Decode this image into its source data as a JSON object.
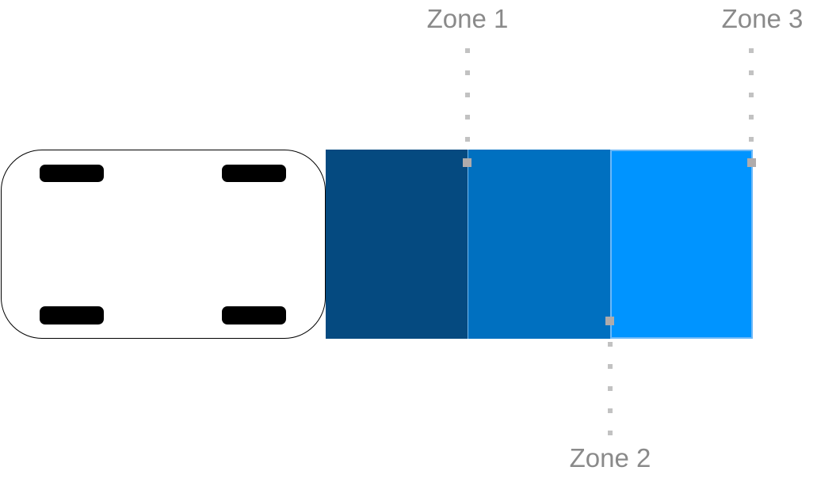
{
  "figure": {
    "background_color": "#ffffff",
    "vehicle": {
      "description": "vehicle-top-view",
      "body_color": "#ffffff",
      "outline_color": "#000000",
      "wheel_color": "#000000",
      "wheel_count": 4
    },
    "zones": [
      {
        "label": "Zone 1",
        "color": "#054A80",
        "label_position": "top"
      },
      {
        "label": "Zone 2",
        "color": "#0070C0",
        "label_position": "bottom"
      },
      {
        "label": "Zone 3",
        "color": "#0094FF",
        "label_position": "top"
      }
    ],
    "annotation": {
      "label_color": "#8A8A8A",
      "dot_color": "#C2C2C2",
      "marker_color": "#AFABAB",
      "selection_border_color": "#6CB8F8"
    }
  }
}
